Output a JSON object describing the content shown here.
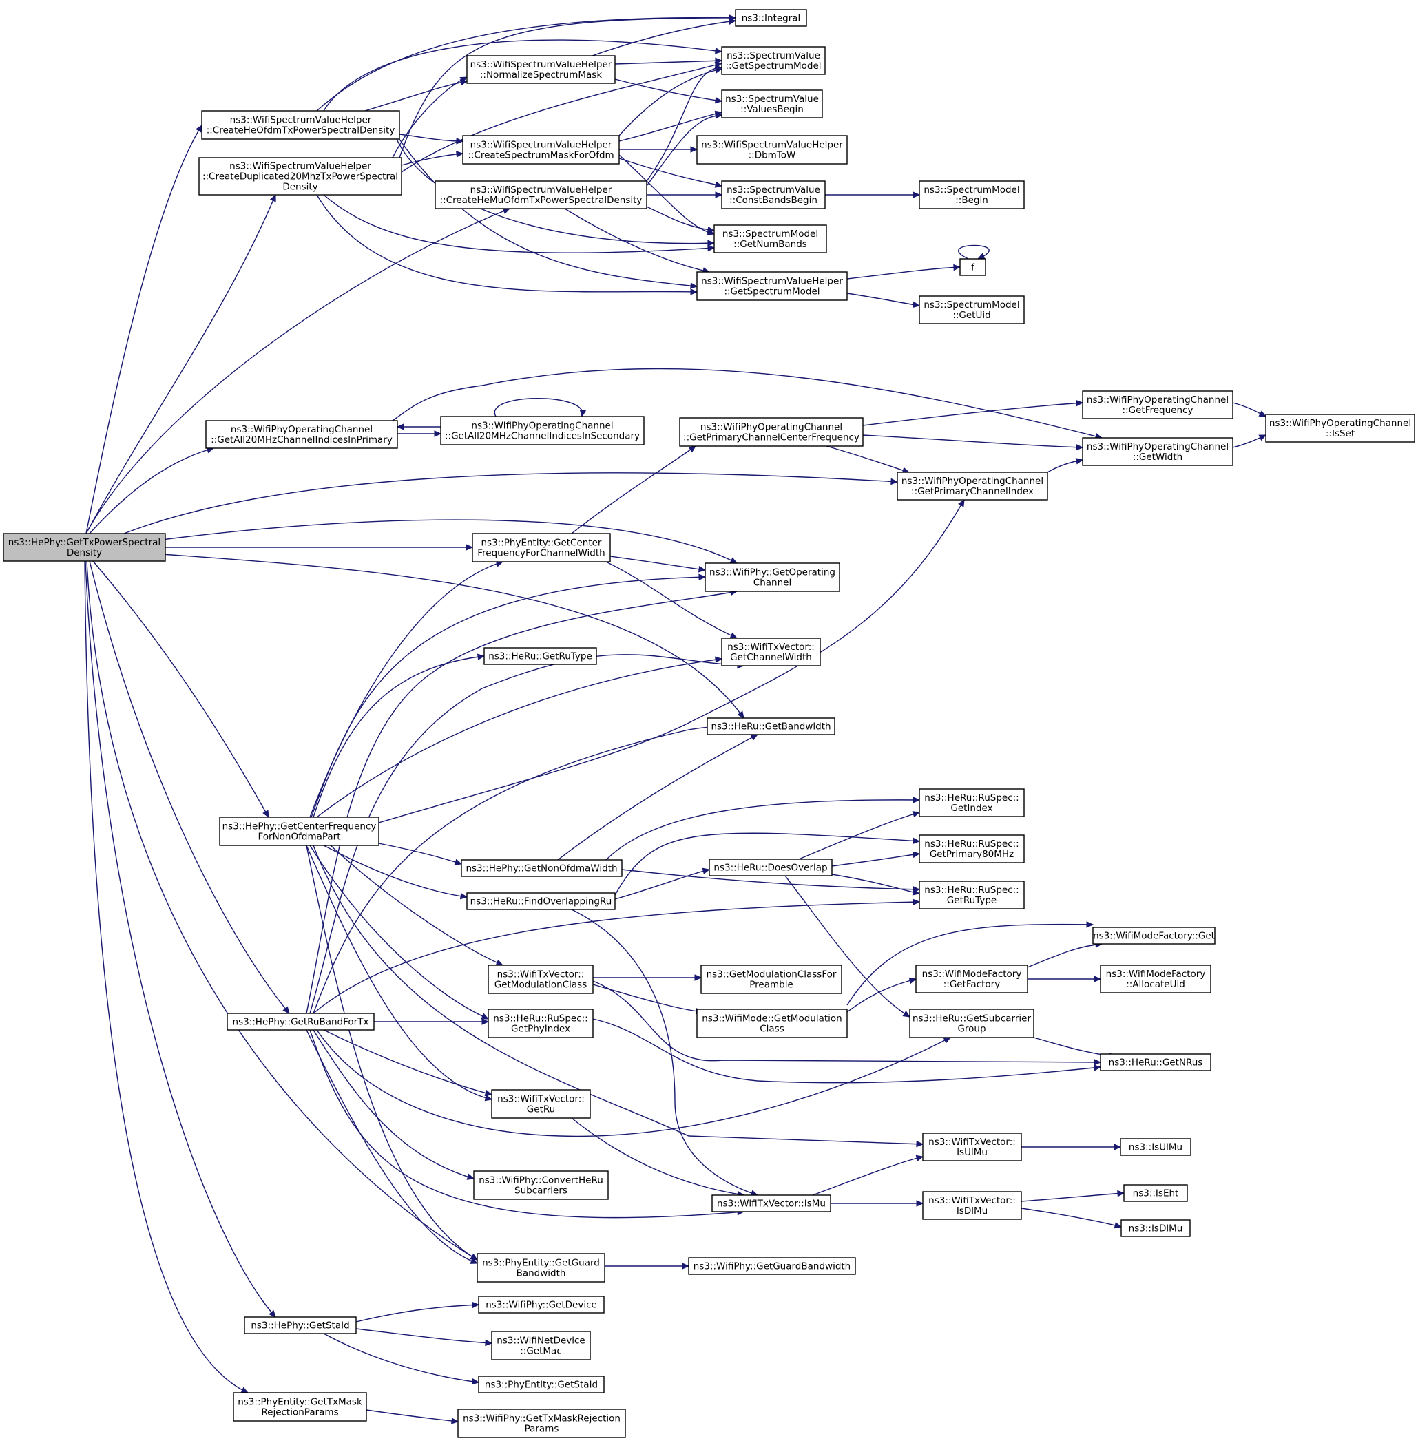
{
  "graph": {
    "colors": {
      "edge": "#191970",
      "node_fill": "#ffffff",
      "root_fill": "#bfbfbf",
      "border": "#000000"
    },
    "nodes": [
      {
        "id": "root",
        "lines": [
          "ns3::HePhy::GetTxPowerSpectral",
          "Density"
        ],
        "root": true
      },
      {
        "id": "createHeOfdm",
        "lines": [
          "ns3::WifiSpectrumValueHelper",
          "::CreateHeOfdmTxPowerSpectralDensity"
        ]
      },
      {
        "id": "createDup20",
        "lines": [
          "ns3::WifiSpectrumValueHelper",
          "::CreateDuplicated20MhzTxPowerSpectral",
          "Density"
        ]
      },
      {
        "id": "normalizeMask",
        "lines": [
          "ns3::WifiSpectrumValueHelper",
          "::NormalizeSpectrumMask"
        ]
      },
      {
        "id": "createMaskOfdm",
        "lines": [
          "ns3::WifiSpectrumValueHelper",
          "::CreateSpectrumMaskForOfdm"
        ]
      },
      {
        "id": "createHeMu",
        "lines": [
          "ns3::WifiSpectrumValueHelper",
          "::CreateHeMuOfdmTxPowerSpectralDensity"
        ]
      },
      {
        "id": "integral",
        "lines": [
          "ns3::Integral"
        ]
      },
      {
        "id": "svGetModel",
        "lines": [
          "ns3::SpectrumValue",
          "::GetSpectrumModel"
        ]
      },
      {
        "id": "svValuesBegin",
        "lines": [
          "ns3::SpectrumValue",
          "::ValuesBegin"
        ]
      },
      {
        "id": "dbmToW",
        "lines": [
          "ns3::WifiSpectrumValueHelper",
          "::DbmToW"
        ]
      },
      {
        "id": "svConstBands",
        "lines": [
          "ns3::SpectrumValue",
          "::ConstBandsBegin"
        ]
      },
      {
        "id": "smBegin",
        "lines": [
          "ns3::SpectrumModel",
          "::Begin"
        ]
      },
      {
        "id": "smNumBands",
        "lines": [
          "ns3::SpectrumModel",
          "::GetNumBands"
        ]
      },
      {
        "id": "f",
        "lines": [
          "f"
        ]
      },
      {
        "id": "wsvhGetModel",
        "lines": [
          "ns3::WifiSpectrumValueHelper",
          "::GetSpectrumModel"
        ]
      },
      {
        "id": "smGetUid",
        "lines": [
          "ns3::SpectrumModel",
          "::GetUid"
        ]
      },
      {
        "id": "all20Primary",
        "lines": [
          "ns3::WifiPhyOperatingChannel",
          "::GetAll20MHzChannelIndicesInPrimary"
        ]
      },
      {
        "id": "all20Secondary",
        "lines": [
          "ns3::WifiPhyOperatingChannel",
          "::GetAll20MHzChannelIndicesInSecondary"
        ]
      },
      {
        "id": "primaryCenterFreq",
        "lines": [
          "ns3::WifiPhyOperatingChannel",
          "::GetPrimaryChannelCenterFrequency"
        ]
      },
      {
        "id": "opGetFrequency",
        "lines": [
          "ns3::WifiPhyOperatingChannel",
          "::GetFrequency"
        ]
      },
      {
        "id": "opGetWidth",
        "lines": [
          "ns3::WifiPhyOperatingChannel",
          "::GetWidth"
        ]
      },
      {
        "id": "opIsSet",
        "lines": [
          "ns3::WifiPhyOperatingChannel",
          "::IsSet"
        ]
      },
      {
        "id": "primaryChannelIndex",
        "lines": [
          "ns3::WifiPhyOperatingChannel",
          "::GetPrimaryChannelIndex"
        ]
      },
      {
        "id": "peCenterFreq",
        "lines": [
          "ns3::PhyEntity::GetCenter",
          "FrequencyForChannelWidth"
        ]
      },
      {
        "id": "wpGetOpChannel",
        "lines": [
          "ns3::WifiPhy::GetOperating",
          "Channel"
        ]
      },
      {
        "id": "txvChannelWidth",
        "lines": [
          "ns3::WifiTxVector::",
          "GetChannelWidth"
        ]
      },
      {
        "id": "heruGetRuType",
        "lines": [
          "ns3::HeRu::GetRuType"
        ]
      },
      {
        "id": "heruGetBandwidth",
        "lines": [
          "ns3::HeRu::GetBandwidth"
        ]
      },
      {
        "id": "hpCenterFreqNonOfdma",
        "lines": [
          "ns3::HePhy::GetCenterFrequency",
          "ForNonOfdmaPart"
        ]
      },
      {
        "id": "rsGetIndex",
        "lines": [
          "ns3::HeRu::RuSpec::",
          "GetIndex"
        ]
      },
      {
        "id": "rsGetPrimary80",
        "lines": [
          "ns3::HeRu::RuSpec::",
          "GetPrimary80MHz"
        ]
      },
      {
        "id": "hpNonOfdmaWidth",
        "lines": [
          "ns3::HePhy::GetNonOfdmaWidth"
        ]
      },
      {
        "id": "heruDoesOverlap",
        "lines": [
          "ns3::HeRu::DoesOverlap"
        ]
      },
      {
        "id": "heruFindOverlapping",
        "lines": [
          "ns3::HeRu::FindOverlappingRu"
        ]
      },
      {
        "id": "rsGetRuType",
        "lines": [
          "ns3::HeRu::RuSpec::",
          "GetRuType"
        ]
      },
      {
        "id": "wmfGet",
        "lines": [
          "ns3::WifiModeFactory::Get"
        ]
      },
      {
        "id": "txvModClass",
        "lines": [
          "ns3::WifiTxVector::",
          "GetModulationClass"
        ]
      },
      {
        "id": "getModClassPreamble",
        "lines": [
          "ns3::GetModulationClassFor",
          "Preamble"
        ]
      },
      {
        "id": "wmfGetFactory",
        "lines": [
          "ns3::WifiModeFactory",
          "::GetFactory"
        ]
      },
      {
        "id": "wmfAllocateUid",
        "lines": [
          "ns3::WifiModeFactory",
          "::AllocateUid"
        ]
      },
      {
        "id": "hpRuBandForTx",
        "lines": [
          "ns3::HePhy::GetRuBandForTx"
        ]
      },
      {
        "id": "rsGetPhyIndex",
        "lines": [
          "ns3::HeRu::RuSpec::",
          "GetPhyIndex"
        ]
      },
      {
        "id": "wmGetModClass",
        "lines": [
          "ns3::WifiMode::GetModulation",
          "Class"
        ]
      },
      {
        "id": "heruSubcarrierGroup",
        "lines": [
          "ns3::HeRu::GetSubcarrier",
          "Group"
        ]
      },
      {
        "id": "heruGetNRus",
        "lines": [
          "ns3::HeRu::GetNRus"
        ]
      },
      {
        "id": "txvGetRu",
        "lines": [
          "ns3::WifiTxVector::",
          "GetRu"
        ]
      },
      {
        "id": "txvIsUlMu",
        "lines": [
          "ns3::WifiTxVector::",
          "IsUlMu"
        ]
      },
      {
        "id": "isUlMu",
        "lines": [
          "ns3::IsUlMu"
        ]
      },
      {
        "id": "wpConvertHeRu",
        "lines": [
          "ns3::WifiPhy::ConvertHeRu",
          "Subcarriers"
        ]
      },
      {
        "id": "txvIsMu",
        "lines": [
          "ns3::WifiTxVector::IsMu"
        ]
      },
      {
        "id": "txvIsDlMu",
        "lines": [
          "ns3::WifiTxVector::",
          "IsDlMu"
        ]
      },
      {
        "id": "isEht",
        "lines": [
          "ns3::IsEht"
        ]
      },
      {
        "id": "isDlMu",
        "lines": [
          "ns3::IsDlMu"
        ]
      },
      {
        "id": "peGuardBandwidth",
        "lines": [
          "ns3::PhyEntity::GetGuard",
          "Bandwidth"
        ]
      },
      {
        "id": "wpGuardBandwidth",
        "lines": [
          "ns3::WifiPhy::GetGuardBandwidth"
        ]
      },
      {
        "id": "hpGetStaId",
        "lines": [
          "ns3::HePhy::GetStaId"
        ]
      },
      {
        "id": "wpGetDevice",
        "lines": [
          "ns3::WifiPhy::GetDevice"
        ]
      },
      {
        "id": "wndGetMac",
        "lines": [
          "ns3::WifiNetDevice",
          "::GetMac"
        ]
      },
      {
        "id": "peGetStaId",
        "lines": [
          "ns3::PhyEntity::GetStaId"
        ]
      },
      {
        "id": "peTxMaskParams",
        "lines": [
          "ns3::PhyEntity::GetTxMask",
          "RejectionParams"
        ]
      },
      {
        "id": "wpTxMaskParams",
        "lines": [
          "ns3::WifiPhy::GetTxMaskRejection",
          "Params"
        ]
      }
    ]
  }
}
